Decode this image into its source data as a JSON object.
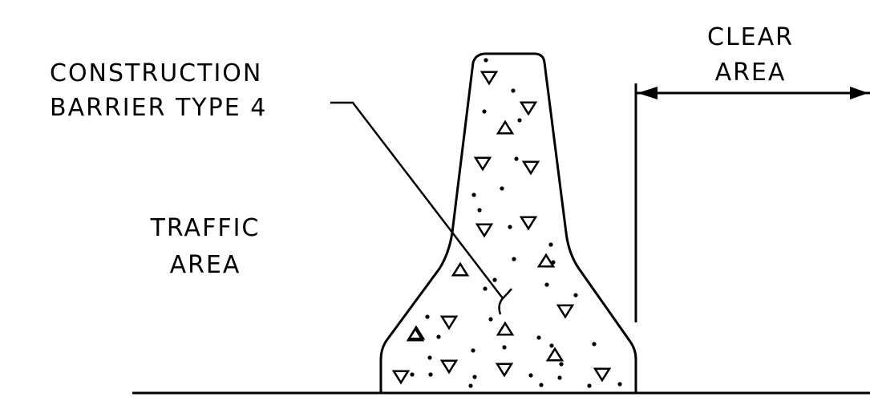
{
  "labels": {
    "barrier_line1": "CONSTRUCTION",
    "barrier_line2": "BARRIER TYPE 4",
    "traffic_line1": "TRAFFIC",
    "traffic_line2": "AREA",
    "clear_line1": "CLEAR",
    "clear_line2": "AREA"
  },
  "colors": {
    "ink": "#000000",
    "background": "#ffffff"
  }
}
